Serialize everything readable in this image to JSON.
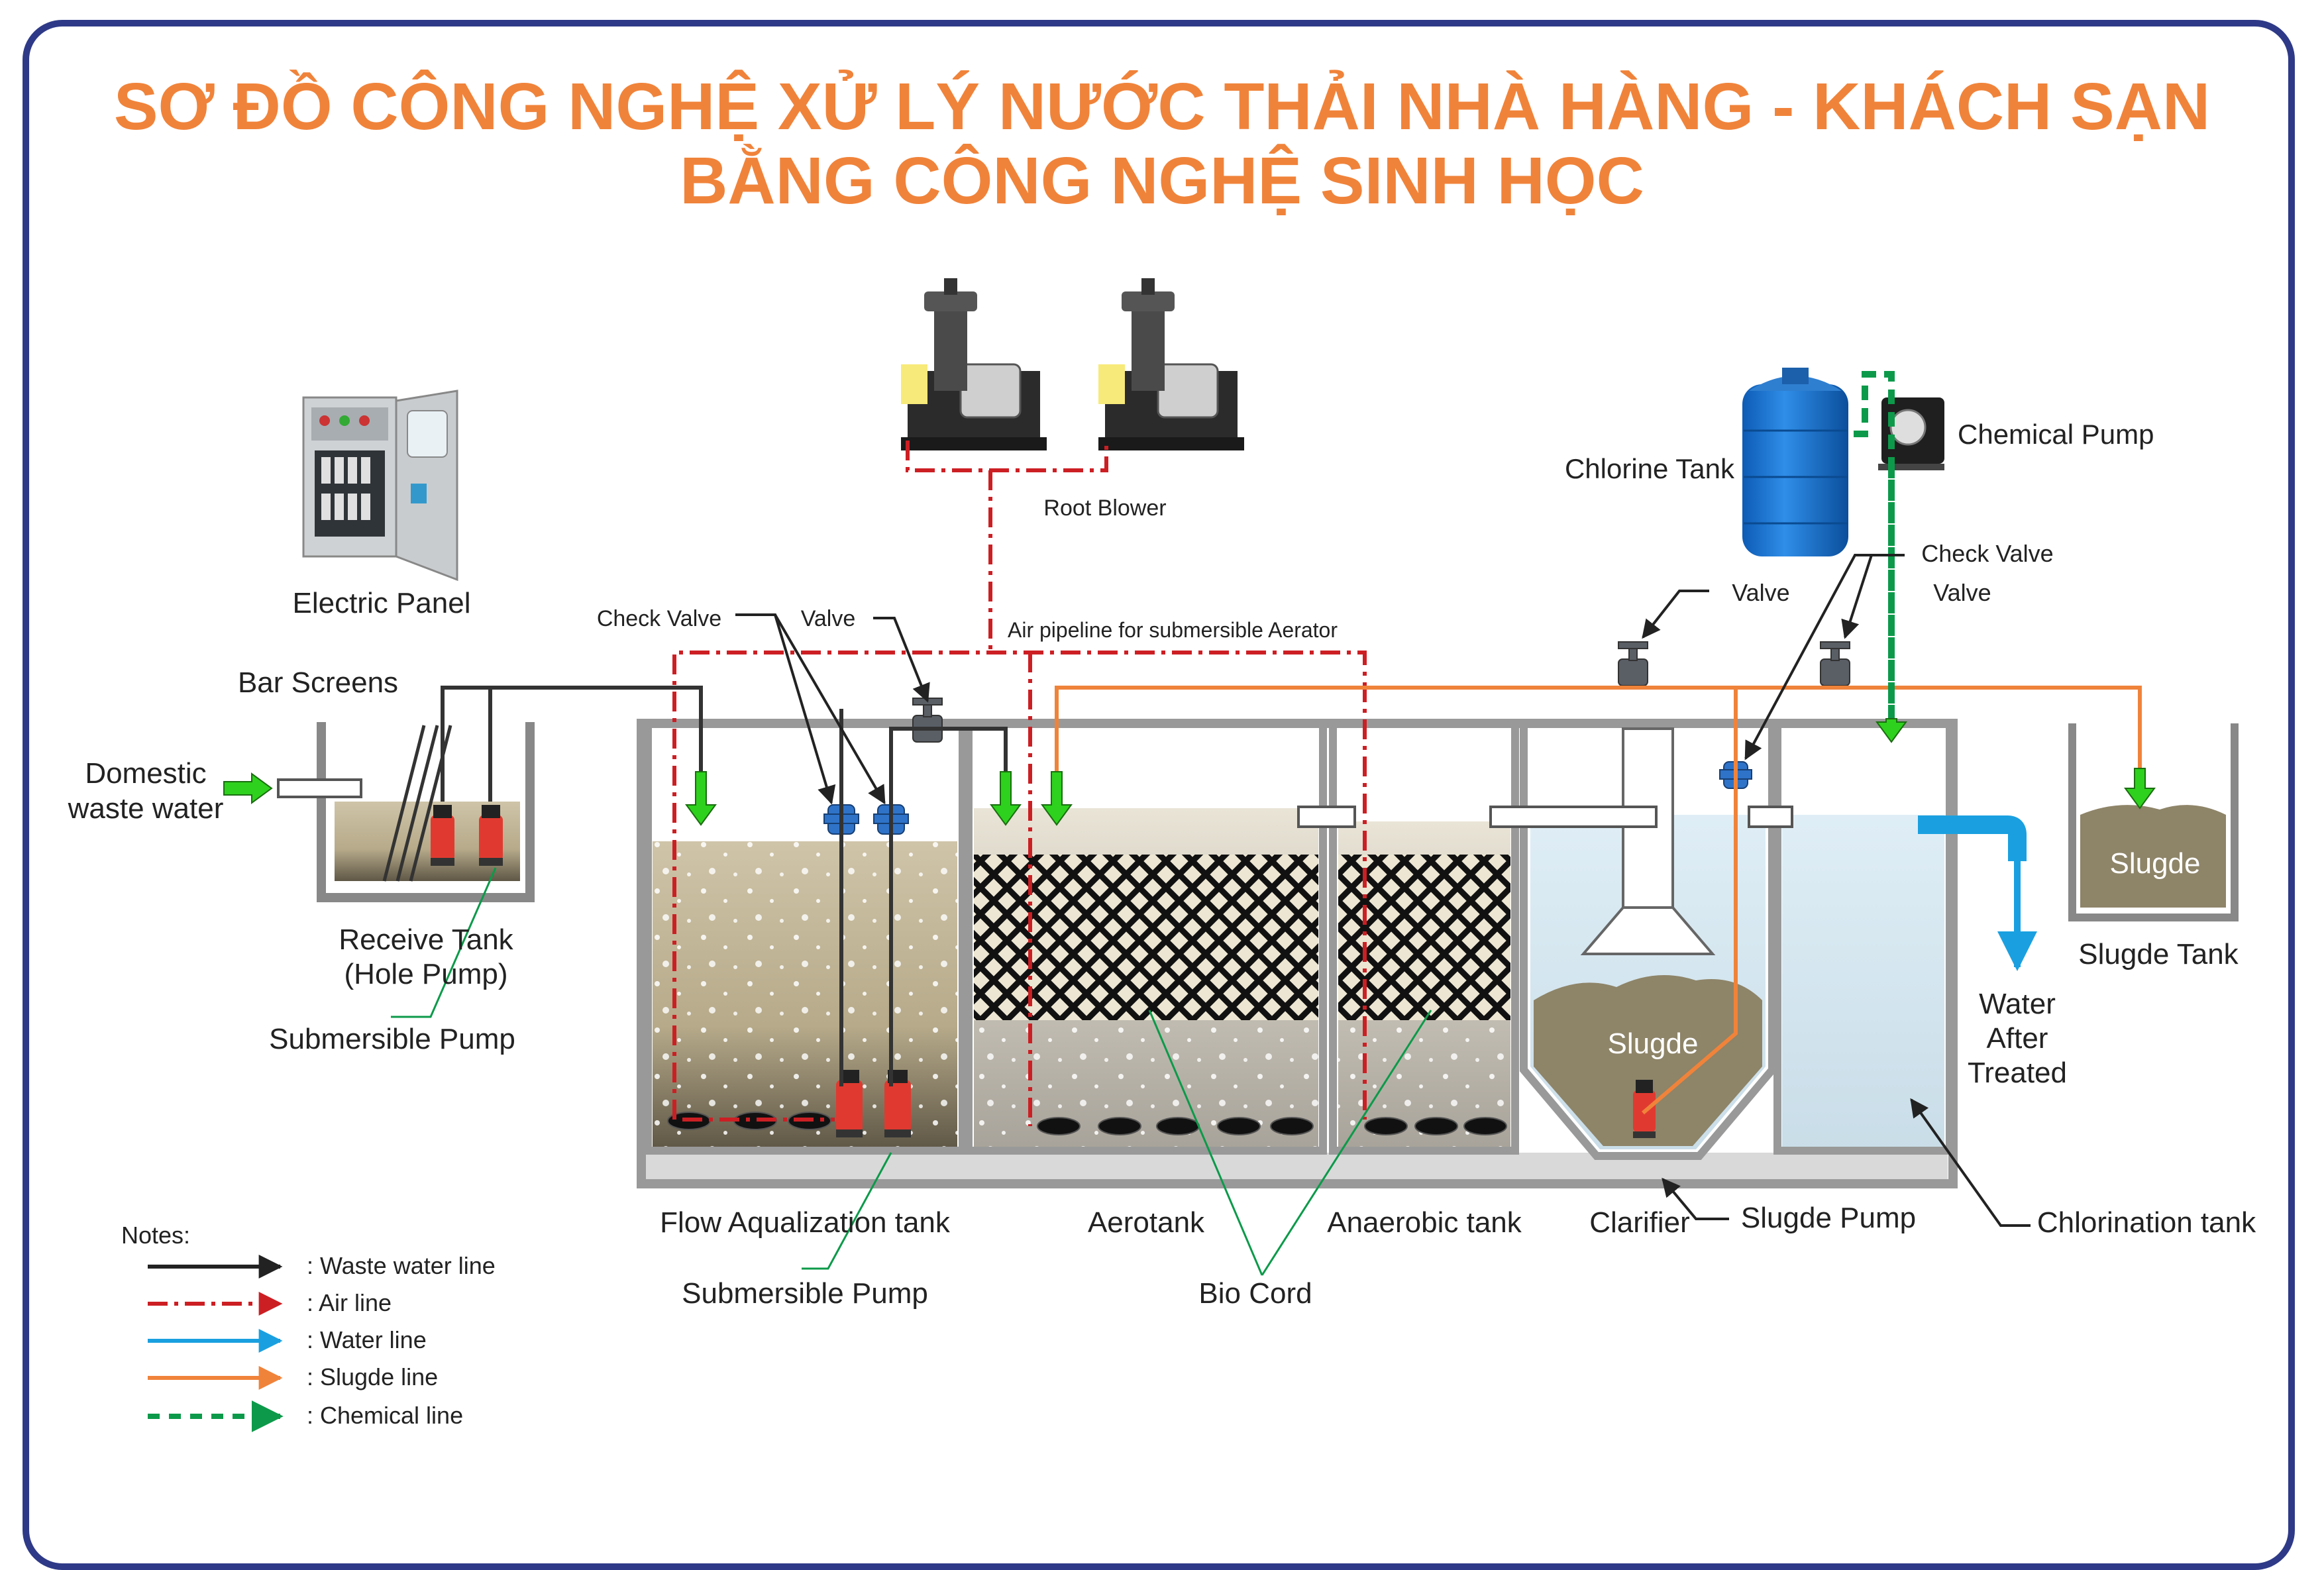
{
  "title": {
    "line1": "SƠ ĐỒ CÔNG NGHỆ XỬ LÝ NƯỚC THẢI NHÀ HÀNG - KHÁCH SẠN",
    "line2": "BẰNG CÔNG NGHỆ SINH HỌC"
  },
  "labels": {
    "electric_panel": "Electric Panel",
    "bar_screens": "Bar Screens",
    "domestic_1": "Domestic",
    "domestic_2": "waste water",
    "receive_tank_1": "Receive Tank",
    "receive_tank_2": "(Hole Pump)",
    "submersible_pump_left": "Submersible Pump",
    "check_valve_left": "Check Valve",
    "valve_left": "Valve",
    "root_blower": "Root Blower",
    "air_pipeline": "Air pipeline for submersible Aerator",
    "chlorine_tank": "Chlorine Tank",
    "chemical_pump": "Chemical Pump",
    "check_valve_right": "Check Valve",
    "valve_right_1": "Valve",
    "valve_right_2": "Valve",
    "slugde_clarifier": "Slugde",
    "slugde_tank_fill": "Slugde",
    "slugde_tank": "Slugde Tank",
    "water_after_1": "Water",
    "water_after_2": "After",
    "water_after_3": "Treated",
    "flow_tank": "Flow Aqualization tank",
    "aerotank": "Aerotank",
    "anaerobic_tank": "Anaerobic tank",
    "clarifier": "Clarifier",
    "slugde_pump": "Slugde Pump",
    "chlorination_tank": "Chlorination tank",
    "submersible_pump_mid": "Submersible Pump",
    "bio_cord": "Bio Cord"
  },
  "notes": {
    "heading": "Notes:",
    "items": [
      {
        "label": ": Waste water line",
        "color": "#222222"
      },
      {
        "label": ": Air line",
        "color": "#cc1f24"
      },
      {
        "label": ": Water line",
        "color": "#1aa0e0"
      },
      {
        "label": ": Slugde line",
        "color": "#f0833a"
      },
      {
        "label": ": Chemical line",
        "color": "#0c9a4a"
      }
    ]
  },
  "colors": {
    "title": "#f0833a",
    "frame": "#2e3a87",
    "waste": "#222222",
    "air": "#cc1f24",
    "water": "#1aa0e0",
    "sludge": "#f0833a",
    "chemical": "#0c9a4a",
    "arrow_green": "#2ed11d"
  }
}
